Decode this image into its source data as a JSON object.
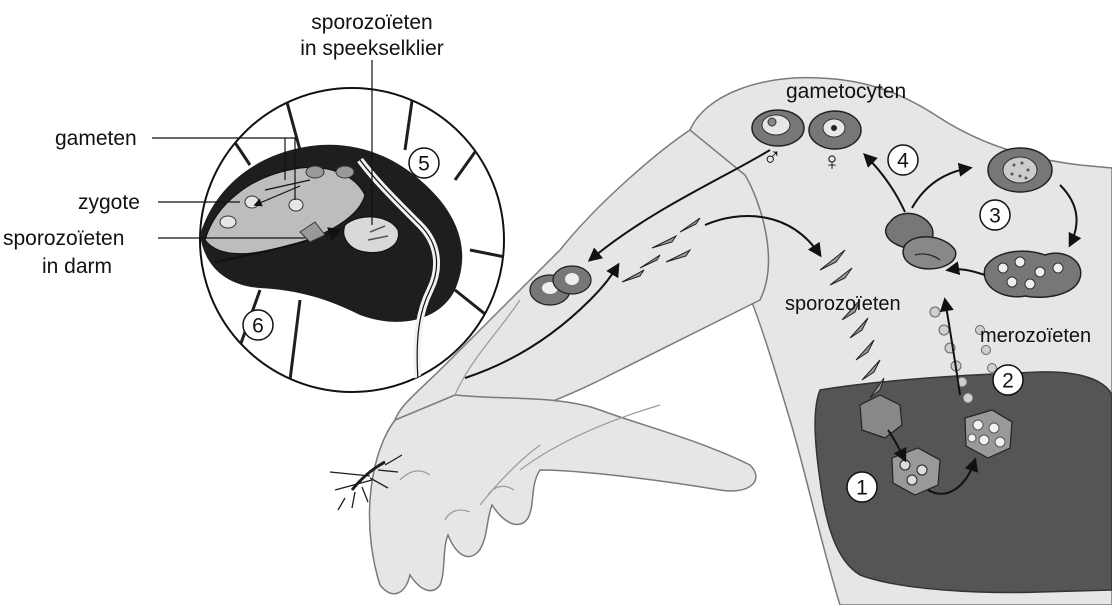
{
  "labels": {
    "salivary_line1": "sporozoïeten",
    "salivary_line2": "in speekselklier",
    "gameten": "gameten",
    "zygote": "zygote",
    "gut_line1": "sporozoïeten",
    "gut_line2": "in darm",
    "gametocyten": "gametocyten",
    "sporozoieten": "sporozoïeten",
    "merozoieten": "merozoïeten",
    "male_symbol": "♂",
    "female_symbol": "♀"
  },
  "steps": [
    "1",
    "2",
    "3",
    "4",
    "5",
    "6"
  ],
  "colors": {
    "skin": "#e6e6e6",
    "skin_outline": "#7a7a7a",
    "liver": "#555555",
    "cell_dark": "#777777",
    "cell_mid": "#9a9a9a",
    "cell_light": "#d9d9d9",
    "mosquito": "#1e1e1e",
    "gut": "#bdbdbd",
    "arrow": "#111111"
  }
}
